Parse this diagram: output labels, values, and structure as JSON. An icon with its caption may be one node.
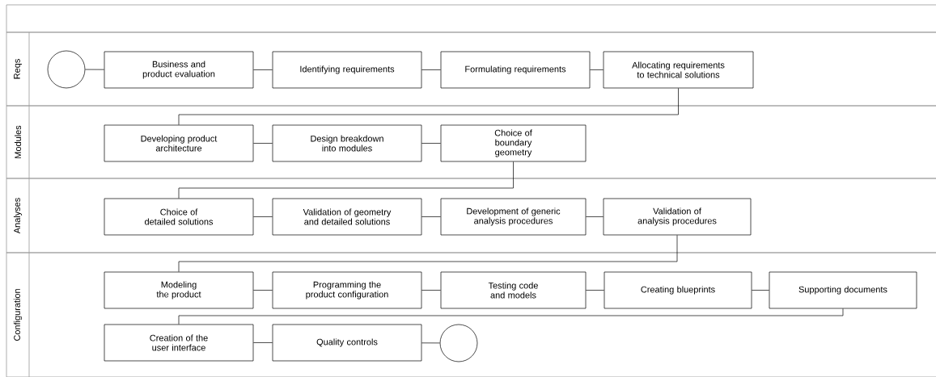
{
  "diagram": {
    "nodes": [
      {
        "text": [
          "Reqs"
        ]
      },
      {
        "text": [],
        "shape": "circle",
        "in": 0
      },
      {
        "text": [
          "Business and product evaluation"
        ],
        "in": 0
      },
      {
        "text": [
          "Identifying requirements"
        ],
        "in": 0
      },
      {
        "text": [
          "Formulating requirements"
        ],
        "in": 0
      },
      {
        "text": [
          "Allocating requirements to technical solutions"
        ],
        "in": 0
      },
      {
        "text": [
          "Modules"
        ]
      },
      {
        "text": [
          "Developing product architecture"
        ],
        "in": 6
      },
      {
        "text": [
          "Design breakdown into modules"
        ],
        "in": 6
      },
      {
        "text": [
          "Choice of boundary geometry"
        ],
        "in": 6
      },
      {
        "text": [
          "Analyses"
        ]
      },
      {
        "text": [
          "Choice of detailed solutions"
        ],
        "in": 10
      },
      {
        "text": [
          "Validation of geometry and detailed solutions"
        ],
        "in": 10
      },
      {
        "text": [
          "Development of generic analysis procedures"
        ],
        "in": 10
      },
      {
        "text": [
          "Validation of analysis procedures"
        ],
        "in": 10
      },
      {
        "text": [
          "Configuration"
        ]
      },
      {
        "text": [
          "Modeling the product"
        ],
        "in": 15
      },
      {
        "text": [
          "Programming the product configuration"
        ],
        "in": 15
      },
      {
        "text": [
          "Testing code and models"
        ],
        "in": 15
      },
      {
        "text": [
          "Creating blueprints"
        ],
        "in": 15
      },
      {
        "text": [
          "Supporting documents"
        ],
        "in": 15
      },
      {
        "text": [
          "Creation of the user interface"
        ],
        "in": 15
      },
      {
        "text": [
          "Quality controls"
        ],
        "in": 15
      },
      {
        "text": [],
        "shape": "circle",
        "in": 15
      }
    ],
    "edges": [
      {
        "from": 1,
        "to": 2,
        "arrow": "none"
      },
      {
        "from": 2,
        "to": 3,
        "arrow": "none"
      },
      {
        "from": 3,
        "to": 4,
        "arrow": "none"
      },
      {
        "from": 4,
        "to": 5,
        "arrow": "none"
      },
      {
        "from": 5,
        "to": 7,
        "arrow": "none"
      },
      {
        "from": 7,
        "to": 8,
        "arrow": "none"
      },
      {
        "from": 8,
        "to": 9,
        "arrow": "none"
      },
      {
        "from": 9,
        "to": 11,
        "arrow": "none"
      },
      {
        "from": 11,
        "to": 12,
        "arrow": "none"
      },
      {
        "from": 12,
        "to": 13,
        "arrow": "none"
      },
      {
        "from": 13,
        "to": 14,
        "arrow": "none"
      },
      {
        "from": 14,
        "to": 16,
        "arrow": "none"
      },
      {
        "from": 16,
        "to": 17,
        "arrow": "none"
      },
      {
        "from": 17,
        "to": 18,
        "arrow": "none"
      },
      {
        "from": 18,
        "to": 19,
        "arrow": "none"
      },
      {
        "from": 19,
        "to": 20,
        "arrow": "none"
      },
      {
        "from": 20,
        "to": 21,
        "arrow": "none"
      },
      {
        "from": 21,
        "to": 22,
        "arrow": "none"
      },
      {
        "from": 22,
        "to": 23,
        "arrow": "none"
      }
    ]
  }
}
